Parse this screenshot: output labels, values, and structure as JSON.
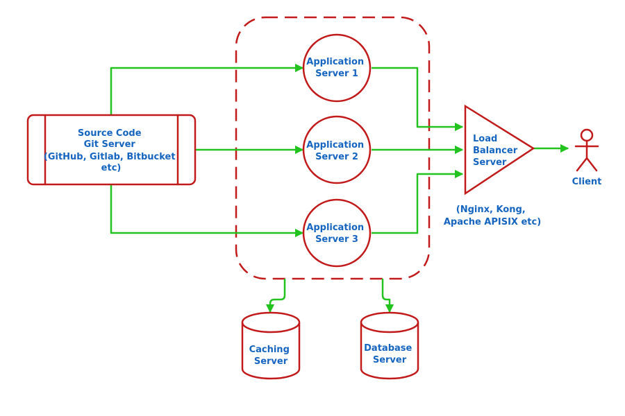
{
  "source": {
    "lines": [
      "Source Code",
      "Git Server",
      "(GitHub, Gitlab, Bitbucket",
      "etc)"
    ]
  },
  "app_servers": [
    {
      "lines": [
        "Application",
        "Server 1"
      ]
    },
    {
      "lines": [
        "Application",
        "Server 2"
      ]
    },
    {
      "lines": [
        "Application",
        "Server 3"
      ]
    }
  ],
  "load_balancer": {
    "lines": [
      "Load",
      "Balancer",
      "Server"
    ],
    "note_lines": [
      "(Nginx, Kong,",
      "Apache APISIX etc)"
    ]
  },
  "client": {
    "label": "Client"
  },
  "caching": {
    "lines": [
      "Caching",
      "Server"
    ]
  },
  "database": {
    "lines": [
      "Database",
      "Server"
    ]
  },
  "colors": {
    "node_stroke": "#c21a1a",
    "arrow": "#22c31f",
    "text": "#1565c0"
  }
}
